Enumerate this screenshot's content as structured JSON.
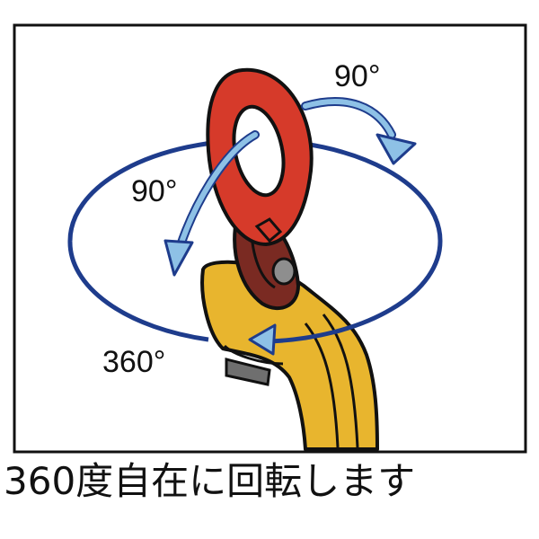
{
  "labels": {
    "top_right_angle": "90°",
    "left_angle": "90°",
    "bottom_left_angle": "360°"
  },
  "caption": "360度自在に回転します",
  "colors": {
    "frame": "#111111",
    "eye_bolt": "#d63a2a",
    "swivel_body": "#e8b52e",
    "shackle": "#7a2a22",
    "orbit_ellipse": "#1e3c8c",
    "rotation_arrows": "#8ec1e6"
  }
}
